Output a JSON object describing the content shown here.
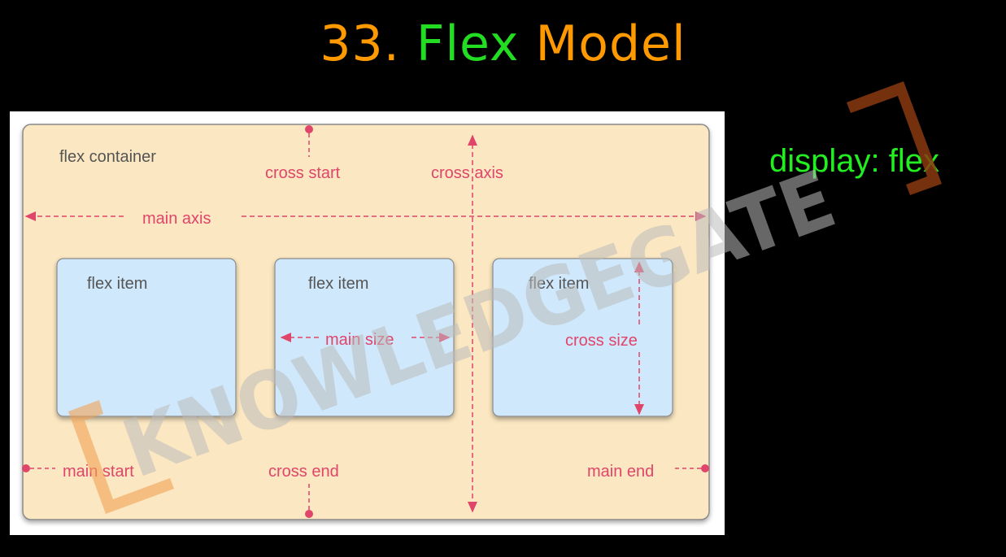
{
  "slide": {
    "number": "33.",
    "title_word_1": "Flex",
    "title_word_2": "Model",
    "side_note": "display: flex"
  },
  "diagram": {
    "container_label": "flex container",
    "item_labels": [
      "flex item",
      "flex item",
      "flex item"
    ],
    "cross_start": "cross start",
    "cross_axis": "cross axis",
    "main_axis": "main axis",
    "main_size": "main size",
    "cross_size": "cross size",
    "main_start": "main start",
    "cross_end": "cross end",
    "main_end": "main end"
  },
  "colors": {
    "container_fill": "#fbe7c1",
    "item_fill": "#cfe8fb",
    "axis_color": "#e0456a",
    "title_orange": "#ff9900",
    "title_green": "#22dd22"
  },
  "watermark": {
    "text": "KNOWLEDGEGATE"
  }
}
